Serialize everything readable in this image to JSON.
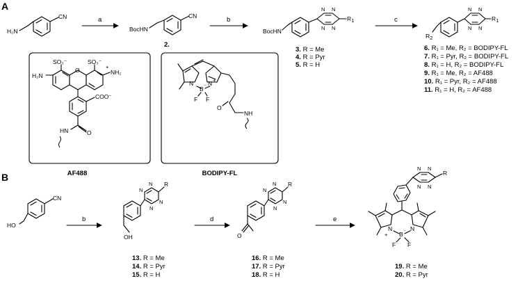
{
  "panel_a": {
    "label": "A",
    "sm_h2n": "H₂N",
    "sm_cn": "CN",
    "arrow_a": "a",
    "boc_hn_2": "BocHN",
    "cn_2": "CN",
    "cmpd_2": "2.",
    "arrow_b": "b",
    "boc_hn_3": "BocHN",
    "r1": "R",
    "r1_sub": "1",
    "list_3_5": [
      {
        "num": "3.",
        "text": "R = Me"
      },
      {
        "num": "4.",
        "text": "R = Pyr"
      },
      {
        "num": "5.",
        "text": "R = H"
      }
    ],
    "arrow_c": "c",
    "r2": "R",
    "r2_sub": "2",
    "r1b": "R",
    "r1b_sub": "1",
    "list_6_11": [
      {
        "num": "6.",
        "text": "R₁ = Me, R₂ = BODIPY-FL"
      },
      {
        "num": "7.",
        "text": "R₁ = Pyr, R₂ = BODIPY-FL"
      },
      {
        "num": "8.",
        "text": "R₁ = H, R₂ = BODIPY-FL"
      },
      {
        "num": "9.",
        "text": "R₁ = Me, R₂ = AF488"
      },
      {
        "num": "10.",
        "text": "R₁ = Pyr, R₂ = AF488"
      },
      {
        "num": "11.",
        "text": "R₁ = H, R₂ = AF488"
      }
    ],
    "af488": {
      "so3_left": "SO₃⁻",
      "so3_right": "SO₃⁻",
      "h2n": "H₂N",
      "o": "O",
      "nh2": "NH₂",
      "plus": "+",
      "coo": "COO⁻",
      "hn": "HN",
      "o_amide": "O",
      "name": "AF488"
    },
    "bodipy": {
      "n_left": "N",
      "n_right": "N",
      "b": "B",
      "minus": "⁻",
      "plus": "+",
      "f_left": "F",
      "f_right": "F",
      "o": "O",
      "nh": "NH",
      "name": "BODIPY-FL"
    }
  },
  "panel_b": {
    "label": "B",
    "cn": "CN",
    "ho": "HO",
    "arrow_b": "b",
    "r_13": "R",
    "oh_13": "OH",
    "list_13_15": [
      {
        "num": "13.",
        "text": "R = Me"
      },
      {
        "num": "14.",
        "text": "R = Pyr"
      },
      {
        "num": "15.",
        "text": "R = H"
      }
    ],
    "arrow_d": "d",
    "r_16": "R",
    "o_16": "O",
    "list_16_18": [
      {
        "num": "16.",
        "text": "R = Me"
      },
      {
        "num": "17.",
        "text": "R = Pyr"
      },
      {
        "num": "18.",
        "text": "R = H"
      }
    ],
    "arrow_e": "e",
    "r_19": "R",
    "n_left": "N",
    "n_right": "N",
    "b": "B",
    "minus": "⁻",
    "plus": "+",
    "f_left": "F",
    "f_right": "F",
    "list_19_20": [
      {
        "num": "19.",
        "text": "R = Me"
      },
      {
        "num": "20.",
        "text": "R = Pyr"
      }
    ]
  },
  "tetrazine_n": "N"
}
